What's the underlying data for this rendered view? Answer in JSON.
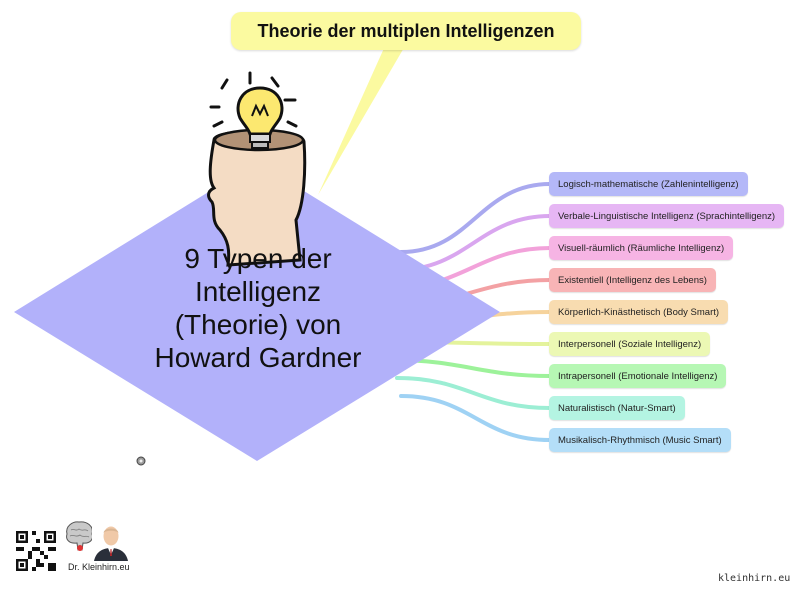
{
  "callout": {
    "text": "Theorie der multiplen Intelligenzen",
    "color": "#fbfaa0"
  },
  "central_topic": {
    "lines": [
      "9 Typen der",
      "Intelligenz",
      "(Theorie) von",
      "Howard Gardner"
    ],
    "color": "#b2b1fa"
  },
  "branches": [
    {
      "label": "Logisch-mathematische (Zahlenintelligenz)",
      "color": "#b4b8f8",
      "line_color": "#a9a9ef"
    },
    {
      "label": "Verbale-Linguistische Intelligenz (Sprachintelligenz)",
      "color": "#e6b6f4",
      "line_color": "#d9a6ef"
    },
    {
      "label": "Visuell-räumlich (Räumliche Intelligenz)",
      "color": "#f6b4e4",
      "line_color": "#f2a2da"
    },
    {
      "label": "Existentiell (Intelligenz des Lebens)",
      "color": "#f8b4b6",
      "line_color": "#f3a1a4"
    },
    {
      "label": "Körperlich-Kinästhetisch (Body Smart)",
      "color": "#f8dcb0",
      "line_color": "#f6d39c"
    },
    {
      "label": "Interpersonell (Soziale Intelligenz)",
      "color": "#ecf8b4",
      "line_color": "#e4f39c"
    },
    {
      "label": "Intrapersonell (Emotionale Intelligenz)",
      "color": "#b6f7b4",
      "line_color": "#9df29a"
    },
    {
      "label": "Naturalistisch (Natur-Smart)",
      "color": "#b4f4e2",
      "line_color": "#9ceed4"
    },
    {
      "label": "Musikalisch-Rhythmisch (Music Smart)",
      "color": "#b4def8",
      "line_color": "#9fd2f4"
    }
  ],
  "branding": {
    "name": "Dr. Kleinhirn.eu",
    "footer": "kleinhirn.eu"
  },
  "icons": [
    "lightbulb-head-icon",
    "qr-code-icon",
    "brain-icon",
    "avatar-photo",
    "marker-icon"
  ]
}
